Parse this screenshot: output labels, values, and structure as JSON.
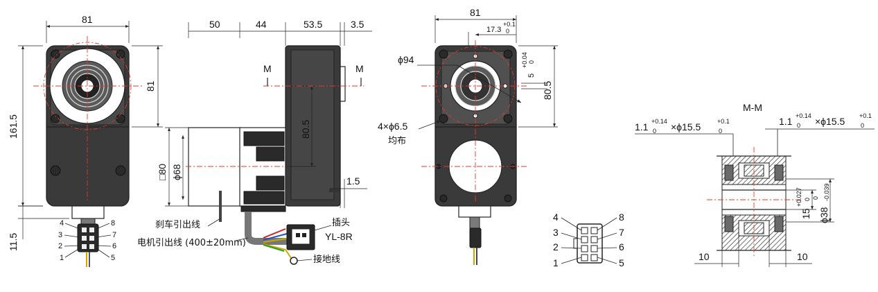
{
  "front_view": {
    "dim_width": "81",
    "dim_height": "161.5",
    "dim_flange": "81",
    "dim_connector": "11.5",
    "pins_left": [
      "4",
      "3",
      "2",
      "1"
    ],
    "pins_right": [
      "8",
      "7",
      "6",
      "5"
    ]
  },
  "side_view": {
    "dim_a": "50",
    "dim_b": "44",
    "dim_c": "53.5",
    "dim_d": "3.5",
    "dim_shaft_offset": "80.5",
    "dim_gap": "1.5",
    "dim_square": "□80",
    "dim_dia": "ϕ68",
    "section_mark_left": "M",
    "section_mark_right": "M",
    "label_brake_lead": "刹车引出线",
    "label_motor_lead": "电机引出线 (400±20mm)",
    "label_plug": "插头",
    "label_plug_model": "YL-8R",
    "label_ground": "接地线"
  },
  "gearbox_view": {
    "dim_width": "81",
    "dim_offset": "17.3",
    "dim_offset_tol_upper": "+0.1",
    "dim_offset_tol_lower": "0",
    "dim_pcd": "ϕ94",
    "dim_key": "5",
    "dim_key_tol_upper": "+0.04",
    "dim_key_tol_lower": "0",
    "dim_height": "80.5",
    "dim_holes": "4×ϕ6.5",
    "label_evenly": "均布"
  },
  "connector_view": {
    "pins_left": [
      "4",
      "3",
      "2",
      "1"
    ],
    "pins_right": [
      "8",
      "7",
      "6",
      "5"
    ]
  },
  "section_view": {
    "title": "M-M",
    "groove_left": "1.1",
    "groove_left_tol_upper": "+0.14",
    "groove_left_tol_lower": "0",
    "groove_left_dia": "×ϕ15.5",
    "groove_left_dia_tol_upper": "+0.1",
    "groove_left_dia_tol_lower": "0",
    "groove_right": "1.1",
    "groove_right_tol_upper": "+0.14",
    "groove_right_tol_lower": "0",
    "groove_right_dia": "×ϕ15.5",
    "groove_right_dia_tol_upper": "+0.1",
    "groove_right_dia_tol_lower": "0",
    "bore": "15",
    "bore_tol_upper": "+0.027",
    "bore_tol_lower": "0",
    "outer": "ϕ38",
    "outer_tol_upper": "0",
    "outer_tol_lower": "-0.039",
    "dim_left": "10",
    "dim_right": "10"
  }
}
